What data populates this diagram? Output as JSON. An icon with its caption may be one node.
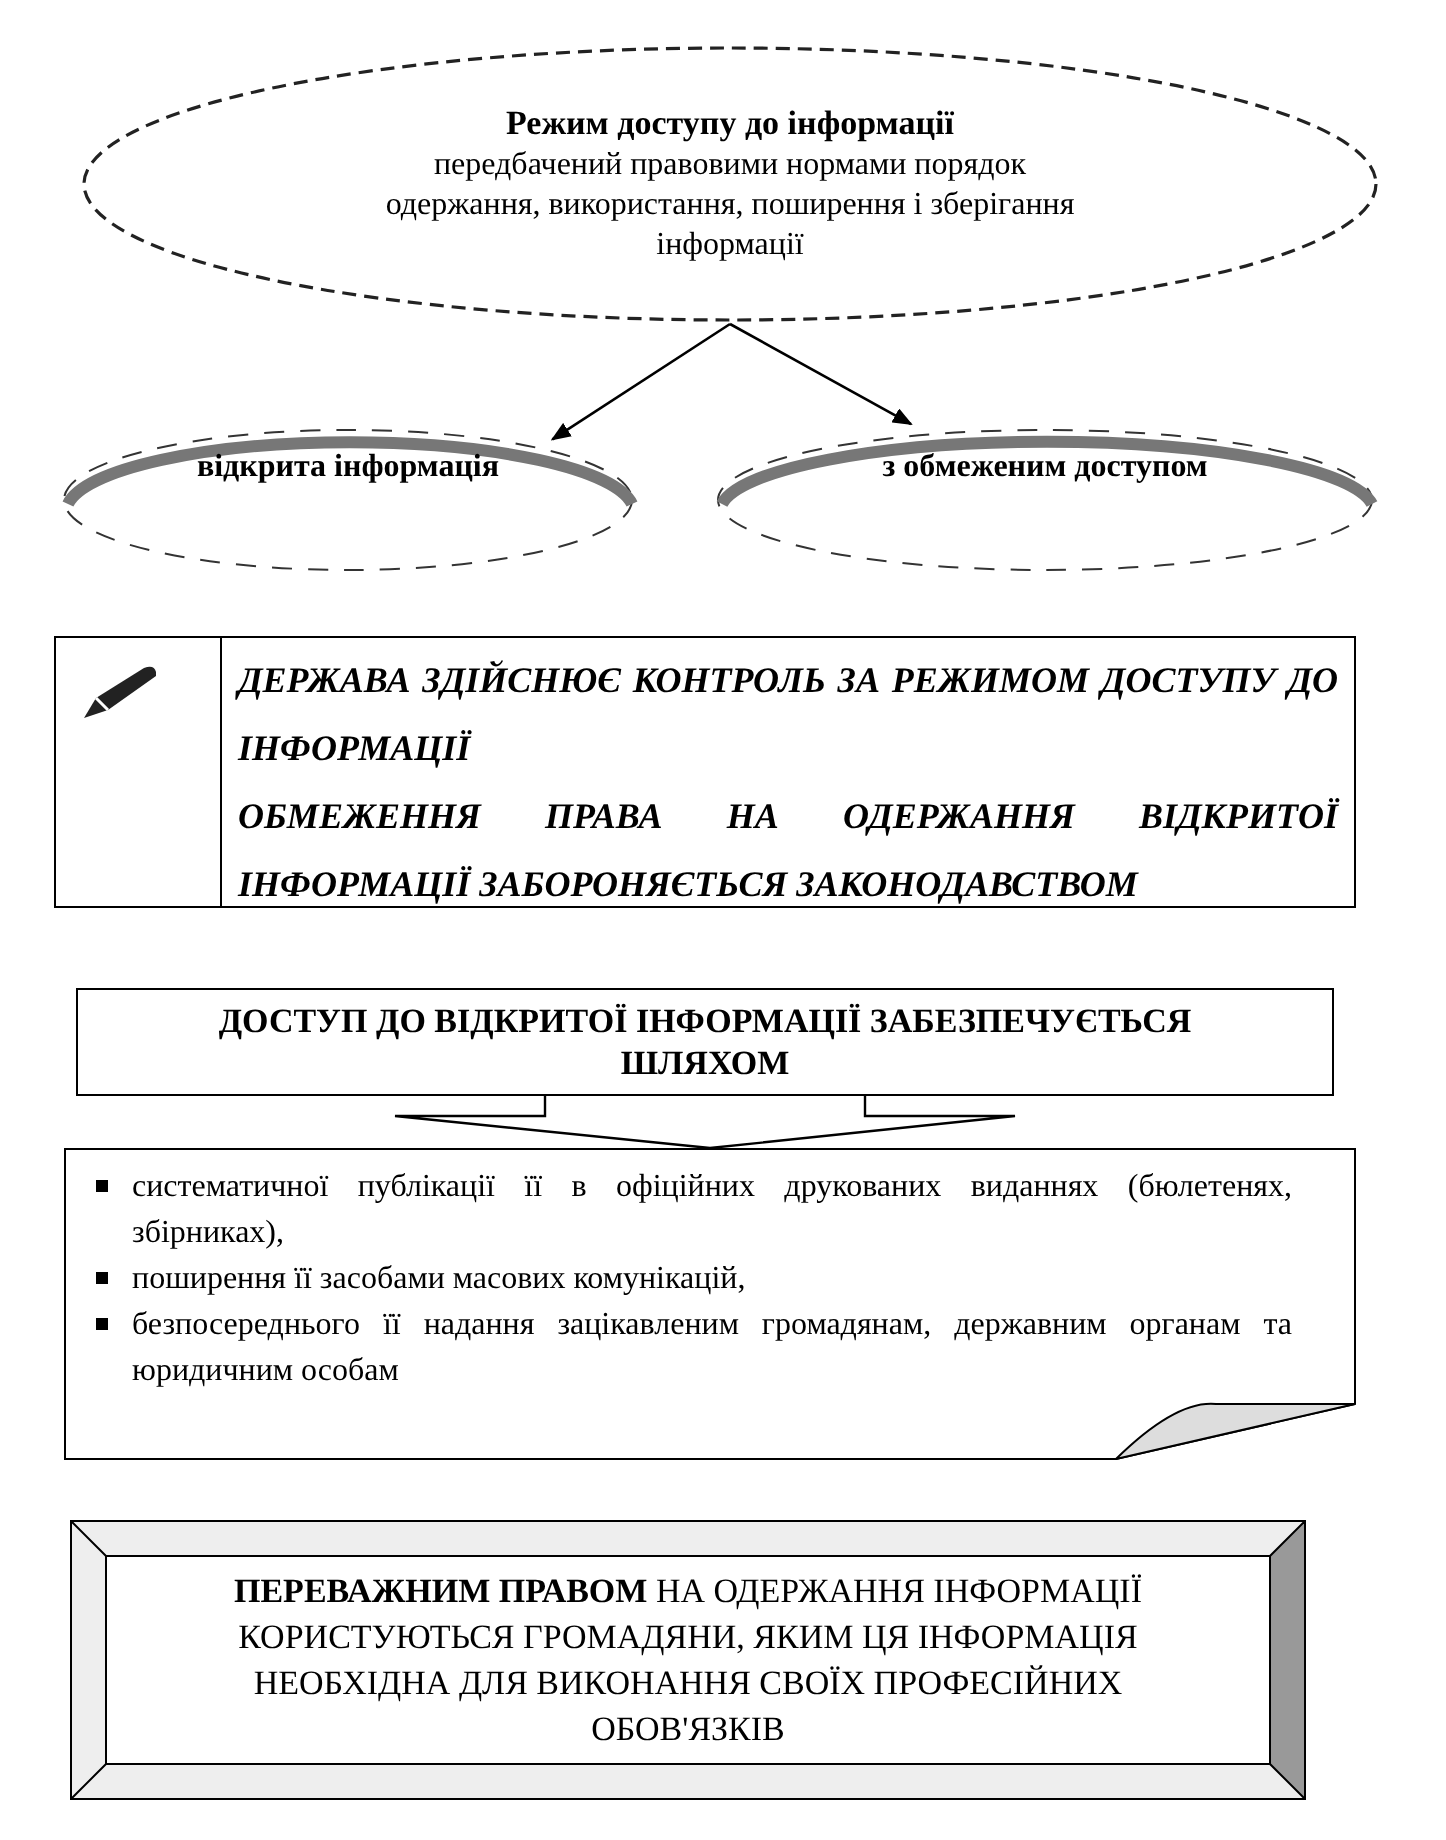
{
  "diagram": {
    "nodes": [
      {
        "text": [
          "Режим доступу до інформації",
          "передбачений правовими нормами порядок одержання, використання, поширення і зберігання інформації"
        ]
      },
      {
        "text": [
          "відкрита інформація"
        ]
      },
      {
        "text": [
          "з обмеженим доступом"
        ]
      },
      {
        "text": [
          "ДЕРЖАВА ЗДІЙСНЮЄ КОНТРОЛЬ ЗА РЕЖИМОМ ДОСТУПУ ДО ІНФОРМАЦІЇ",
          "ОБМЕЖЕННЯ ПРАВА НА ОДЕРЖАННЯ ВІДКРИТОЇ ІНФОРМАЦІЇ ЗАБОРОНЯЄТЬСЯ ЗАКОНОДАВСТВОМ"
        ]
      },
      {
        "text": [
          "ДОСТУП ДО ВІДКРИТОЇ ІНФОРМАЦІЇ ЗАБЕЗПЕЧУЄТЬСЯ ШЛЯХОМ"
        ]
      },
      {
        "text": [
          "систематичної публікації її в офіційних друкованих виданнях (бюлетенях, збірниках),",
          "поширення її засобами масових комунікацій,",
          "безпосереднього її надання зацікавленим громадянам, державним органам та юридичним особам"
        ]
      },
      {
        "text": [
          "**ПЕРЕВАЖНИМ ПРАВОМ** НА ОДЕРЖАННЯ ІНФОРМАЦІЇ КОРИСТУЮТЬСЯ ГРОМАДЯНИ, ЯКИМ ЦЯ ІНФОРМАЦІЯ НЕОБХІДНА ДЛЯ ВИКОНАННЯ СВОЇХ ПРОФЕСІЙНИХ ОБОВ'ЯЗКІВ"
        ]
      }
    ],
    "edges": [
      {
        "from": 0,
        "to": 1,
        "arrow": "to"
      },
      {
        "from": 0,
        "to": 2,
        "arrow": "to"
      },
      {
        "from": 4,
        "to": 5,
        "arrow": "to",
        "style": "thick"
      }
    ]
  }
}
